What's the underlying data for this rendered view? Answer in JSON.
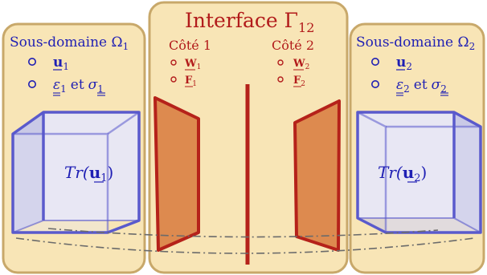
{
  "left": {
    "title": "Sous-domaine Ω",
    "title_sub": "1",
    "bullet1_main": "u",
    "bullet1_sub": "1",
    "bullet2_eps": "ε",
    "bullet2_eps_sub": "1",
    "bullet2_et": "et",
    "bullet2_sig": "σ",
    "bullet2_sig_sub": "1",
    "tr_label": "Tr(",
    "tr_u": "u",
    "tr_sub": "1",
    "tr_close": ")"
  },
  "center": {
    "title": "Interface Γ",
    "title_sub": "12",
    "side1": "Côté 1",
    "side1_b1": "W",
    "side1_b1_sub": "1",
    "side1_b2": "F",
    "side1_b2_sub": "1",
    "side2": "Côté 2",
    "side2_b1": "W",
    "side2_b1_sub": "2",
    "side2_b2": "F",
    "side2_b2_sub": "2"
  },
  "right": {
    "title": "Sous-domaine Ω",
    "title_sub": "2",
    "bullet1_main": "u",
    "bullet1_sub": "2",
    "bullet2_eps": "ε",
    "bullet2_eps_sub": "2",
    "bullet2_et": "et",
    "bullet2_sig": "σ",
    "bullet2_sig_sub": "2",
    "tr_label": "Tr(",
    "tr_u": "u",
    "tr_sub": "2",
    "tr_close": ")"
  },
  "colors": {
    "panel_fill": "#f8e5b6",
    "panel_stroke": "#c8a86a",
    "blue": "#1f1fb4",
    "red": "#b21b1b",
    "cube_stroke": "#5a5acc",
    "cube_front": "#e9e9f6",
    "cube_side": "#c9c9e6",
    "plate_fill": "#dd8a4f",
    "plate_stroke": "#b5221a"
  }
}
